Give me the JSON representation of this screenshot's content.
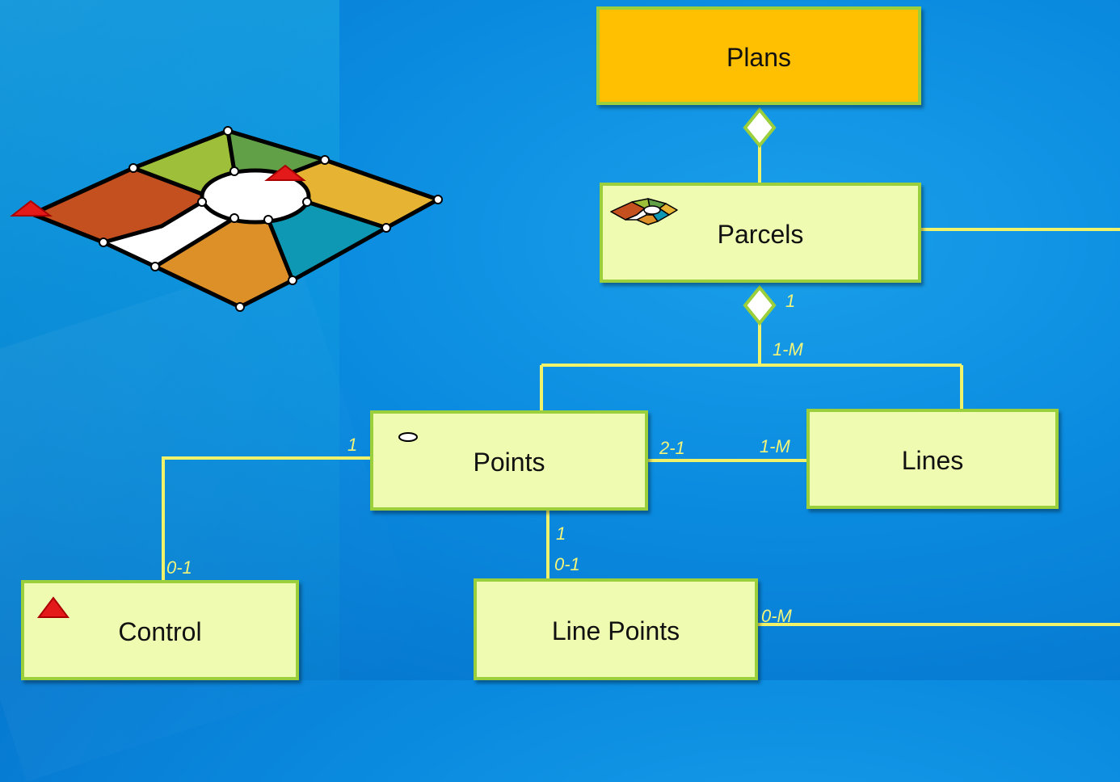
{
  "entities": {
    "plans": "Plans",
    "parcels": "Parcels",
    "points": "Points",
    "lines": "Lines",
    "control": "Control",
    "line_points": "Line Points"
  },
  "multiplicities": {
    "parcels_top": "1",
    "parcels_bottom": "1-M",
    "points_control_side": "1",
    "points_lines_side": "2-1",
    "lines_points_side": "1-M",
    "points_bottom": "1",
    "control_top": "0-1",
    "linepoints_top": "0-1",
    "linepoints_right": "0-M"
  },
  "colors": {
    "box_fill": "#eefbb0",
    "box_border": "#9ccf3c",
    "plans_fill": "#fec000",
    "connector": "#f0f36a",
    "multiplicity_text": "#f2f57a"
  },
  "icons": {
    "parcel_fabric": "parcel-fabric-icon",
    "control_point": "control-triangle-icon",
    "point": "point-ellipse-icon"
  }
}
